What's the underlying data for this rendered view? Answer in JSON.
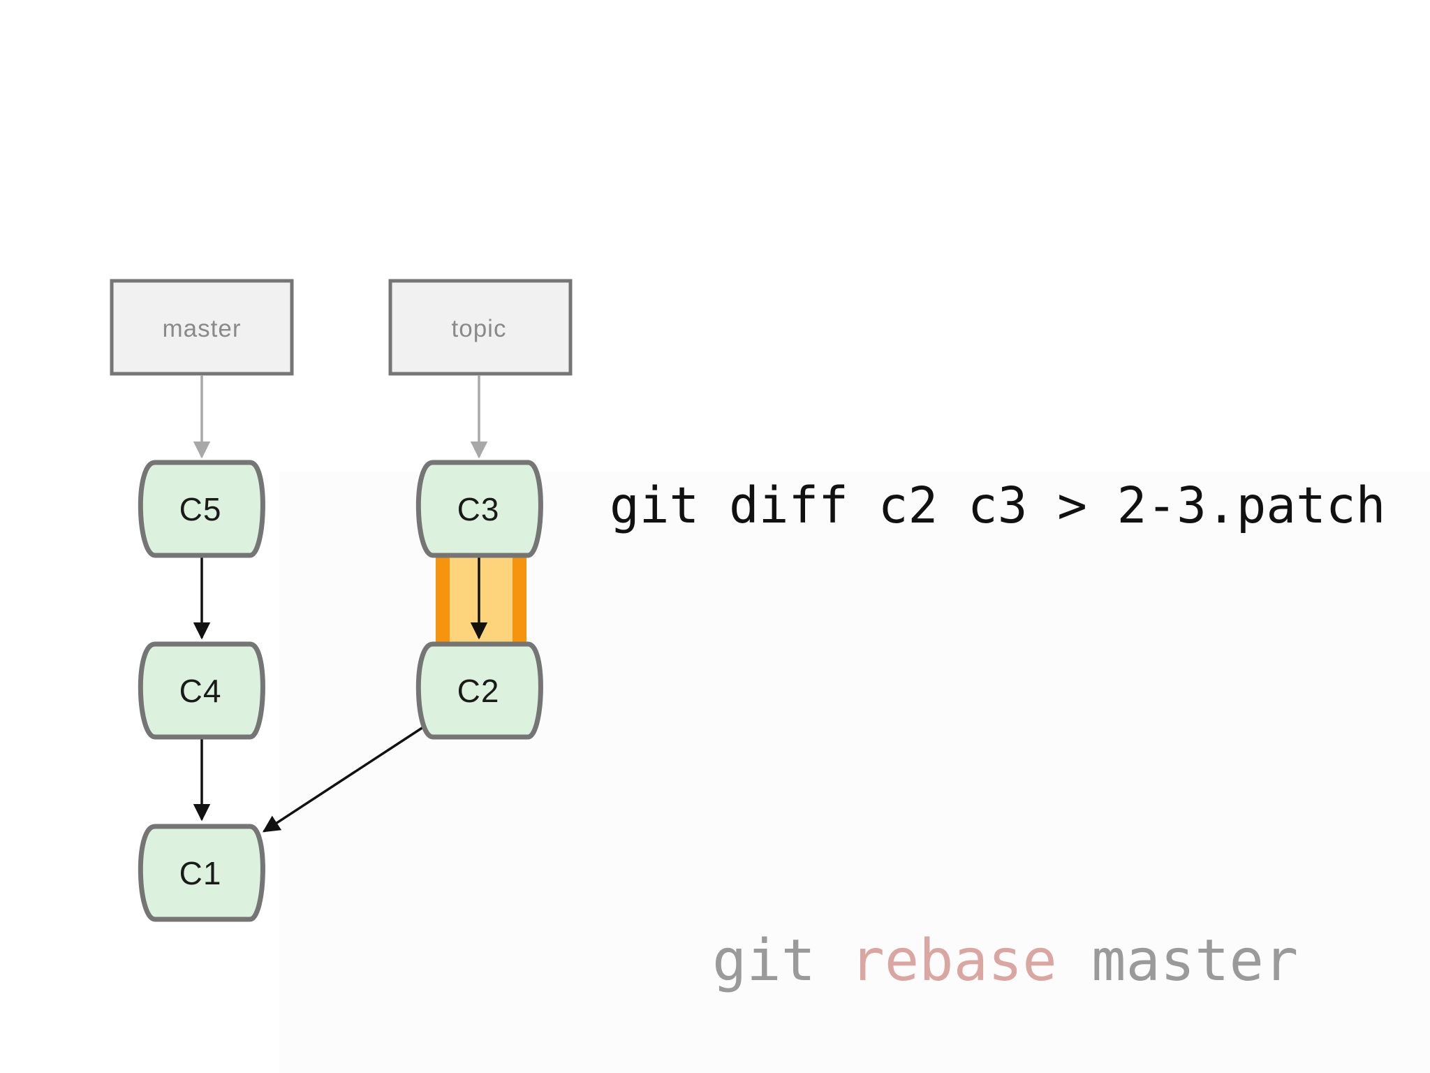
{
  "branches": {
    "master": "master",
    "topic": "topic"
  },
  "commits": {
    "c1": "C1",
    "c2": "C2",
    "c3": "C3",
    "c4": "C4",
    "c5": "C5"
  },
  "command": "git diff c2 c3 > 2-3.patch",
  "footer": {
    "word1": "git",
    "word2": "rebase",
    "word3": "master"
  },
  "colors": {
    "commit_fill": "#dcf2de",
    "commit_stroke": "#757575",
    "branch_fill": "#f1f1f1",
    "highlight_outer": "#f7940f",
    "highlight_inner": "#fdd47c",
    "rebase_word": "#d9a6a2",
    "muted_word": "#9a9a9a"
  }
}
